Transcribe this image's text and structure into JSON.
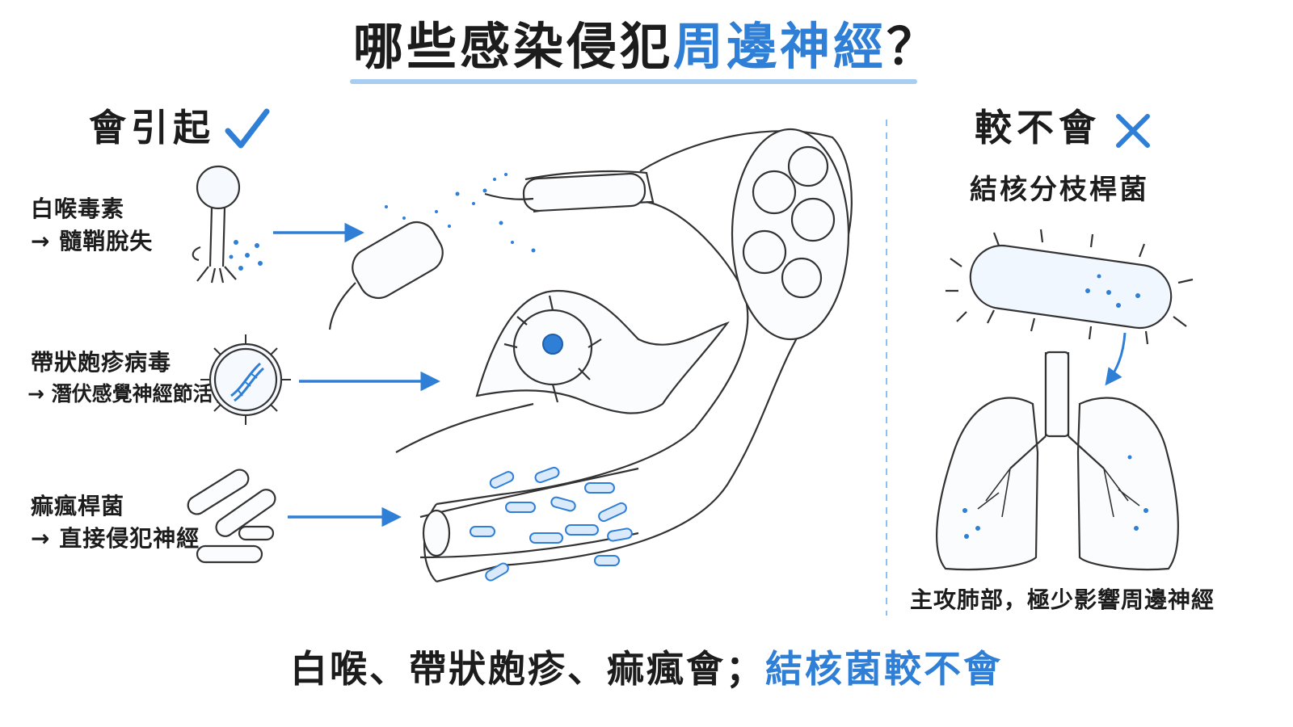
{
  "title": {
    "main": "哪些感染侵犯",
    "highlight": "周邊神經",
    "tail": "？"
  },
  "left": {
    "heading": "會引起",
    "items": [
      {
        "name": "白喉毒素",
        "effect": "→ 髓鞘脫失"
      },
      {
        "name": "帶狀皰疹病毒",
        "effect": "→ 潛伏感覺神經節活化"
      },
      {
        "name": "痲瘋桿菌",
        "effect": "→ 直接侵犯神經"
      }
    ]
  },
  "right": {
    "heading": "較不會",
    "organism": "結核分枝桿菌",
    "note": "主攻肺部，極少影響周邊神經"
  },
  "bottom": {
    "main": "白喉、帶狀皰疹、痲瘋會；",
    "highlight": "結核菌較不會"
  },
  "colors": {
    "accent": "#2f7fd6",
    "accent_light": "#a9cdf1",
    "ink": "#1c1c1c"
  },
  "icons": {
    "check": "check-icon",
    "cross": "cross-icon"
  }
}
